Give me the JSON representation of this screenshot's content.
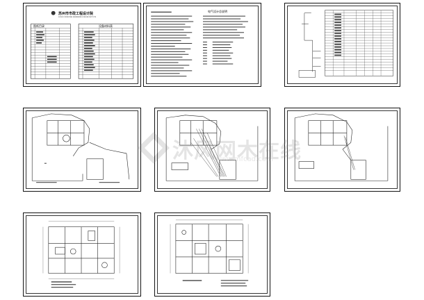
{
  "sheets": [
    {
      "id": "cover",
      "title": "苏州市市政工程设计院",
      "subtitle": "SUZHOU MUNICIPAL ENGINEERING DESIGN INSTITUTE",
      "left_heading": "图纸目录",
      "right_heading": "设备材料表"
    },
    {
      "id": "notes",
      "title": "电气设计总说明"
    },
    {
      "id": "system",
      "title": ""
    },
    {
      "id": "plan-1",
      "title": ""
    },
    {
      "id": "plan-2",
      "title": ""
    },
    {
      "id": "plan-3",
      "title": ""
    },
    {
      "id": "plan-4",
      "title": ""
    },
    {
      "id": "plan-5",
      "title": ""
    }
  ],
  "watermark": {
    "text": "沐风网木在线",
    "sub": "www.mfcad.com",
    "icon": "logo-icon"
  }
}
